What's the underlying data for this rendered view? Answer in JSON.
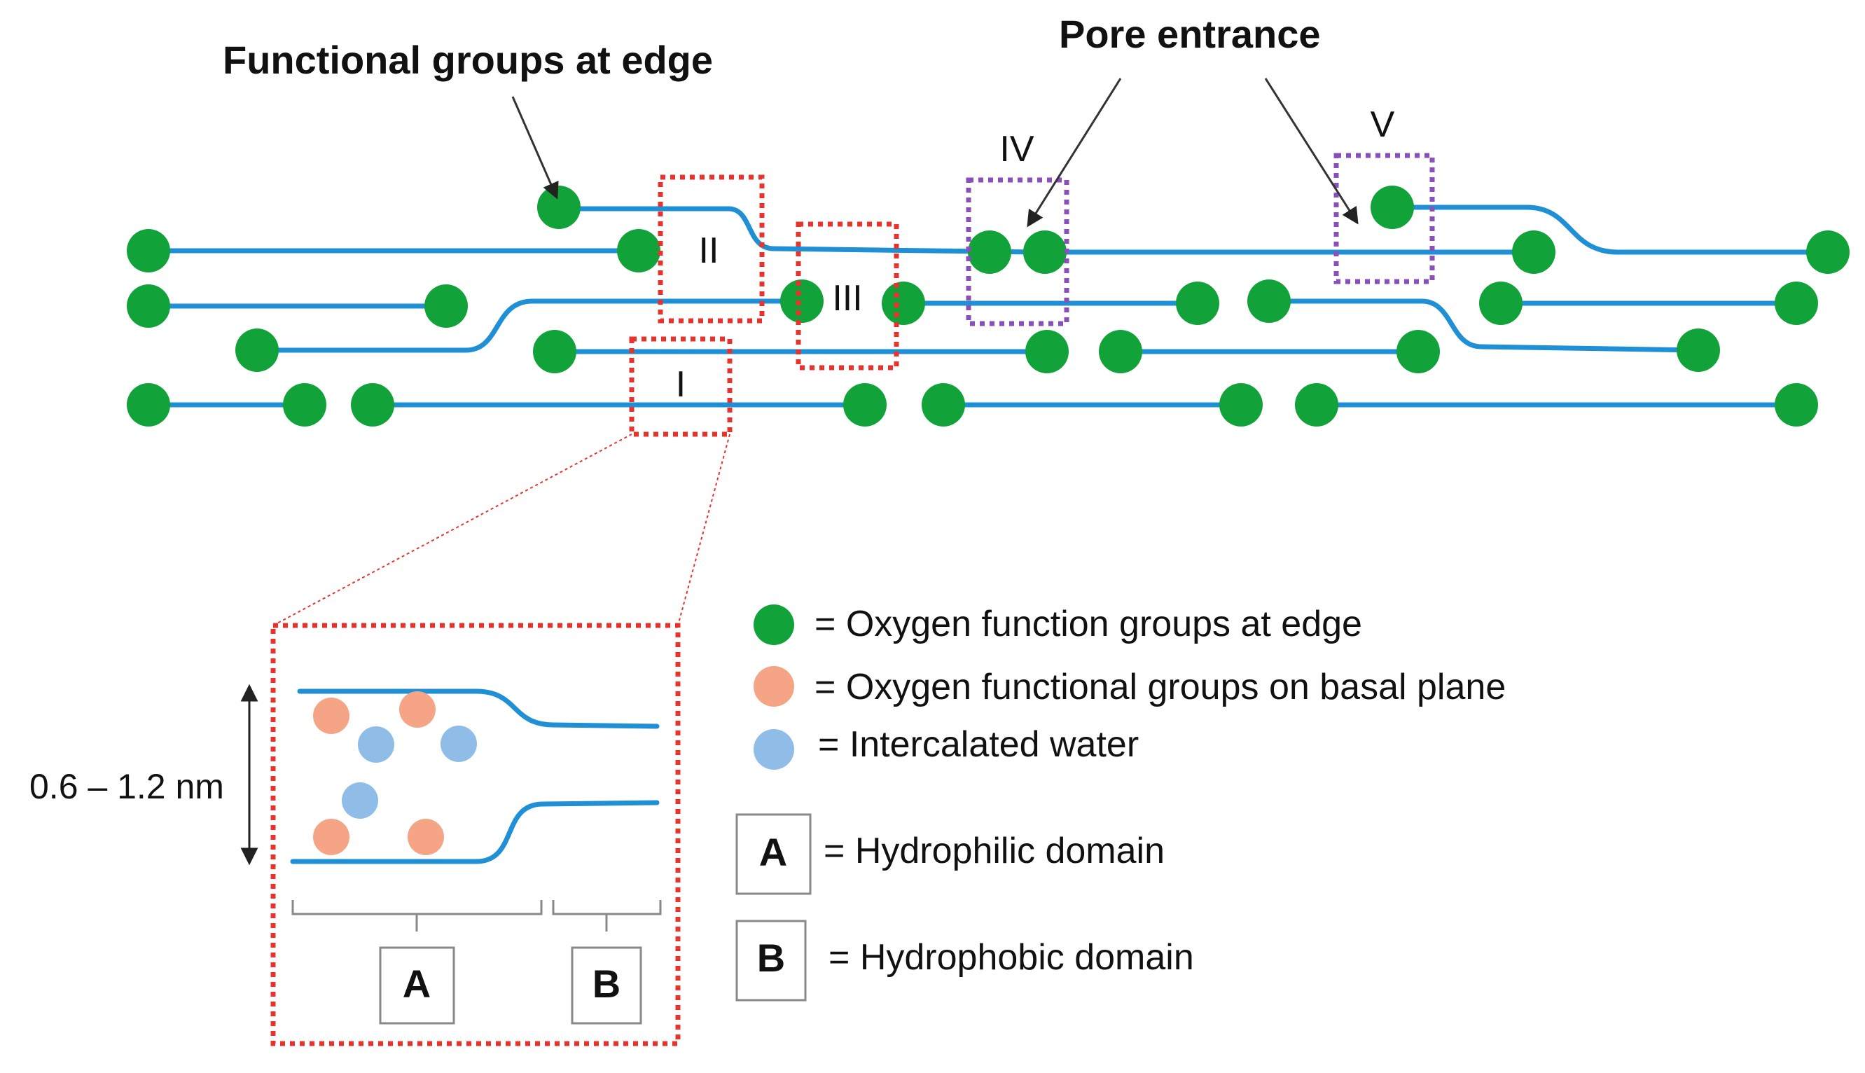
{
  "labels": {
    "functional_groups_at_edge": "Functional groups at edge",
    "pore_entrance": "Pore entrance",
    "region_I": "I",
    "region_II": "II",
    "region_III": "III",
    "region_IV": "IV",
    "region_V": "V",
    "interlayer_distance": "0.6 – 1.2 nm",
    "domain_A": "A",
    "domain_B": "B"
  },
  "legend": {
    "oxygen_edge": "= Oxygen function groups at edge",
    "oxygen_basal": "= Oxygen functional groups on basal plane",
    "intercalated_water": "= Intercalated water",
    "hydrophilic_letter": "A",
    "hydrophilic": "= Hydrophilic domain",
    "hydrophobic_letter": "B",
    "hydrophobic": "= Hydrophobic domain"
  },
  "colors": {
    "sheet": "#1f8fd6",
    "edge_group": "#12a23a",
    "basal_group": "#f5a585",
    "water": "#8fbde8",
    "highlight_red": "#e8332d",
    "highlight_purple": "#8a4fb8"
  }
}
